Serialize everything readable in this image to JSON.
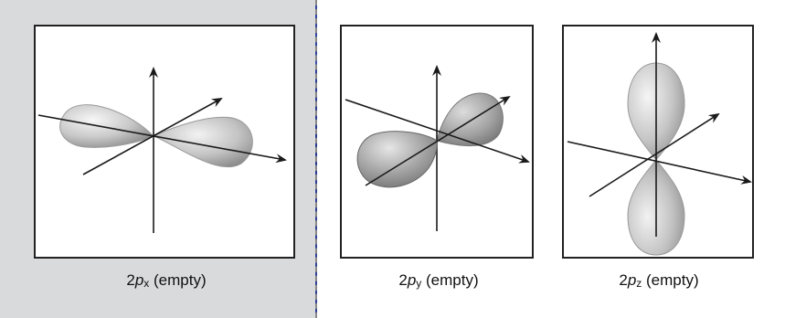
{
  "orbitals": [
    {
      "prefix": "2",
      "letter": "p",
      "subscript": "x",
      "status": "(empty)"
    },
    {
      "prefix": "2",
      "letter": "p",
      "subscript": "y",
      "status": "(empty)"
    },
    {
      "prefix": "2",
      "letter": "p",
      "subscript": "z",
      "status": "(empty)"
    }
  ],
  "colors": {
    "lobe_light": "#f2f2f2",
    "lobe_dark": "#8c8c8c",
    "axis": "#1a1a1a",
    "slide_background": "#2b3a8c"
  }
}
